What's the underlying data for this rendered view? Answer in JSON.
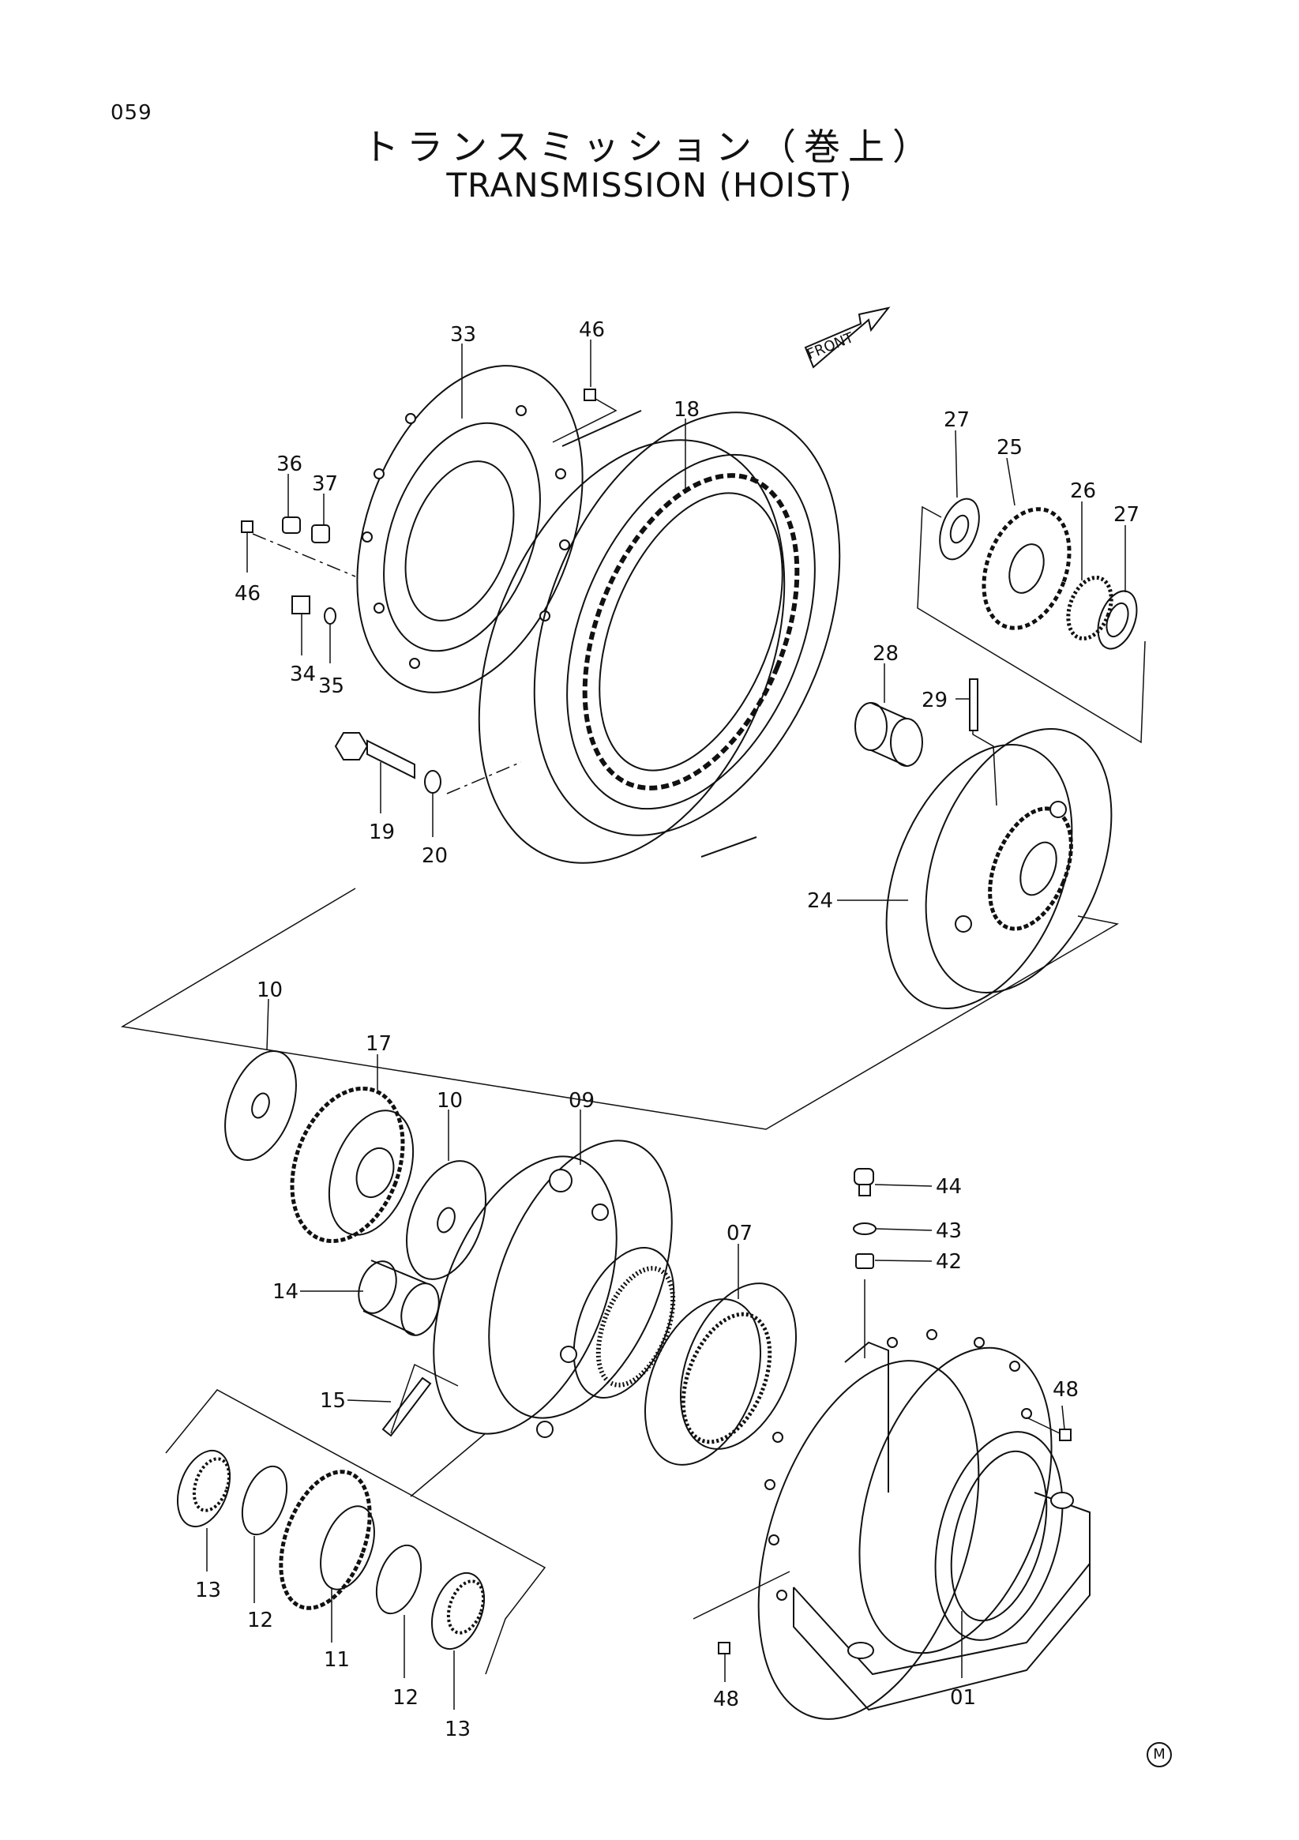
{
  "page": {
    "number": "059",
    "title_jp": "トランスミッション（巻上）",
    "title_en": "TRANSMISSION (HOIST)",
    "mark": "M"
  },
  "front_arrow": "FRONT",
  "parts": [
    {
      "label": "33"
    },
    {
      "label": "46"
    },
    {
      "label": "18"
    },
    {
      "label": "27"
    },
    {
      "label": "25"
    },
    {
      "label": "26"
    },
    {
      "label": "27"
    },
    {
      "label": "36"
    },
    {
      "label": "37"
    },
    {
      "label": "46"
    },
    {
      "label": "34"
    },
    {
      "label": "35"
    },
    {
      "label": "28"
    },
    {
      "label": "29"
    },
    {
      "label": "19"
    },
    {
      "label": "20"
    },
    {
      "label": "24"
    },
    {
      "label": "10"
    },
    {
      "label": "17"
    },
    {
      "label": "10"
    },
    {
      "label": "09"
    },
    {
      "label": "44"
    },
    {
      "label": "43"
    },
    {
      "label": "42"
    },
    {
      "label": "07"
    },
    {
      "label": "14"
    },
    {
      "label": "48"
    },
    {
      "label": "15"
    },
    {
      "label": "13"
    },
    {
      "label": "12"
    },
    {
      "label": "11"
    },
    {
      "label": "12"
    },
    {
      "label": "13"
    },
    {
      "label": "48"
    },
    {
      "label": "01"
    }
  ]
}
